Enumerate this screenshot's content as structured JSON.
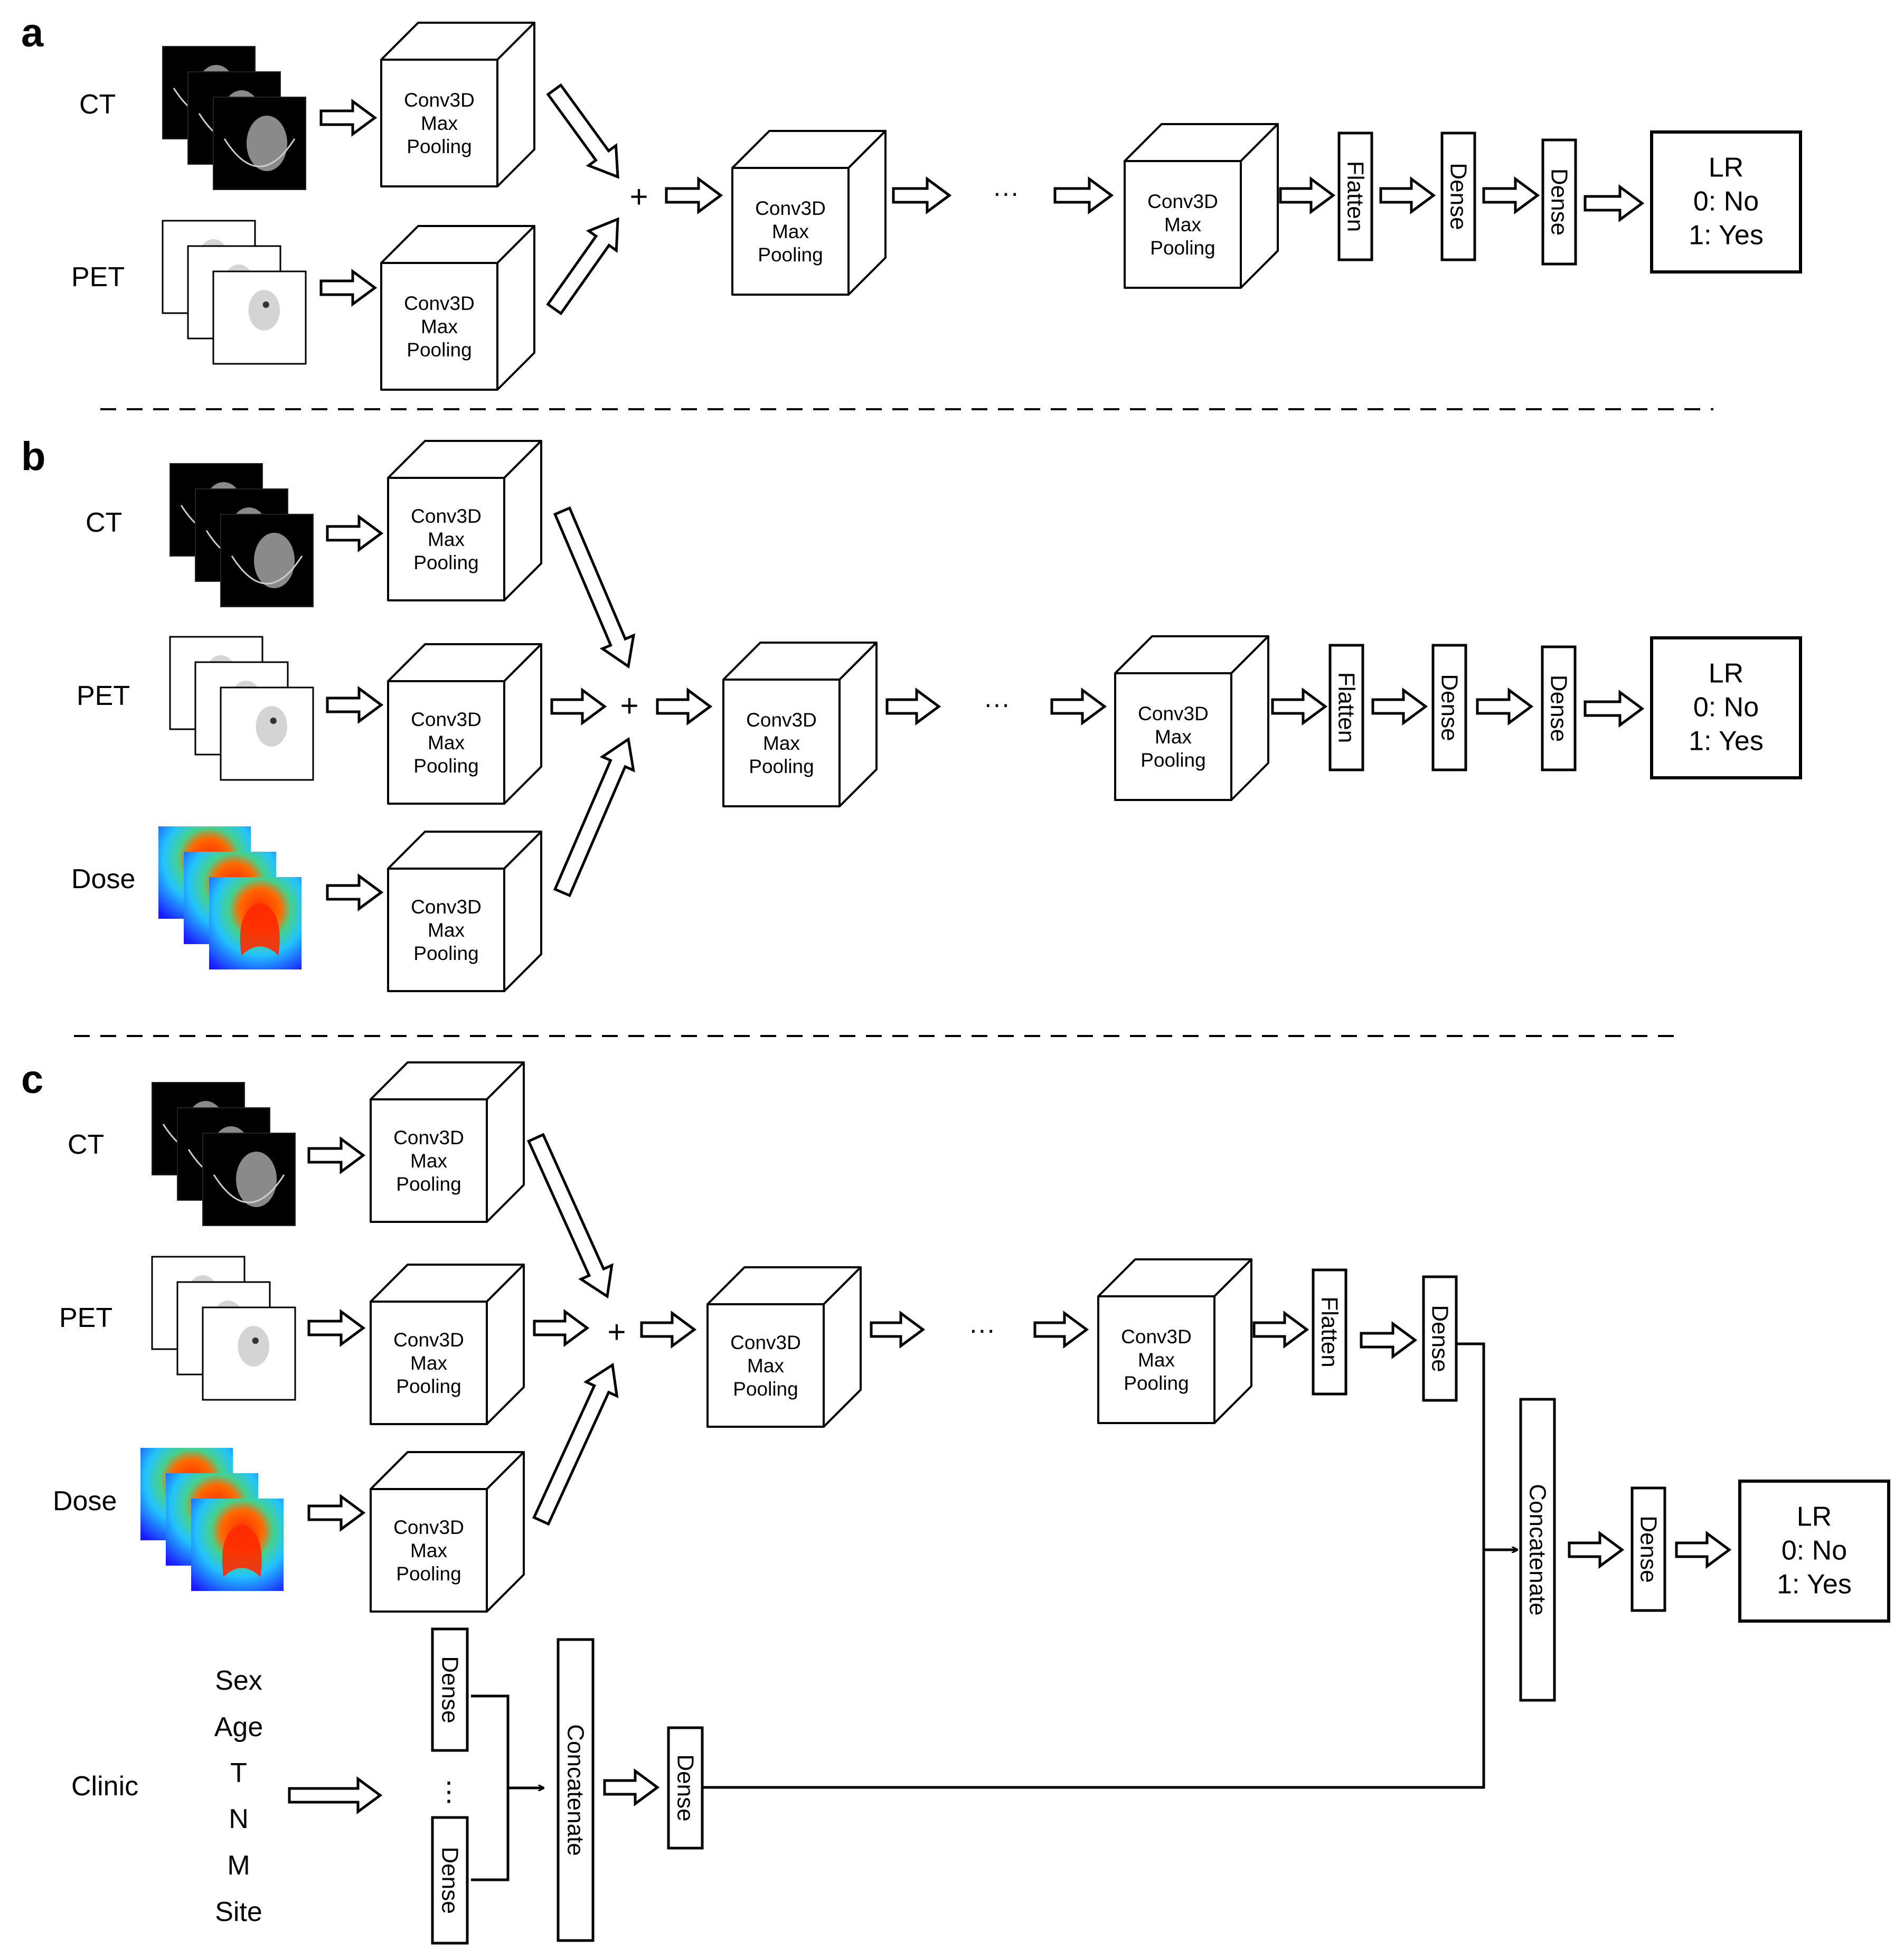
{
  "panels": {
    "a": {
      "label": "a",
      "inputs": [
        "CT",
        "PET"
      ]
    },
    "b": {
      "label": "b",
      "inputs": [
        "CT",
        "PET",
        "Dose"
      ]
    },
    "c": {
      "label": "c",
      "inputs": [
        "CT",
        "PET",
        "Dose"
      ],
      "clinic": "Clinic"
    }
  },
  "layers": {
    "conv": [
      "Conv3D",
      "Max",
      "Pooling"
    ],
    "flatten": "Flatten",
    "dense": "Dense",
    "concatenate": "Concatenate"
  },
  "operators": {
    "plus": "+",
    "ellipsis": "···",
    "vertical_ellipsis": "⋮"
  },
  "output": {
    "lines": [
      "LR",
      "0: No",
      "1: Yes"
    ]
  },
  "clinical_features": [
    "Sex",
    "Age",
    "T",
    "N",
    "M",
    "Site"
  ],
  "colors": {
    "stroke": "#000000",
    "ct_background": "#000000",
    "ct_tissue": "#8a8a8a",
    "pet_background": "#ffffff",
    "pet_tissue": "#d4d4d4",
    "dose_low": "#1a1aff",
    "dose_mid": "#22c3ff",
    "dose_green": "#46d18c",
    "dose_high": "#ff2a00"
  },
  "icons": [
    "ct-slice-icon",
    "pet-slice-icon",
    "dose-map-icon",
    "hollow-arrow-icon",
    "cube-icon"
  ]
}
